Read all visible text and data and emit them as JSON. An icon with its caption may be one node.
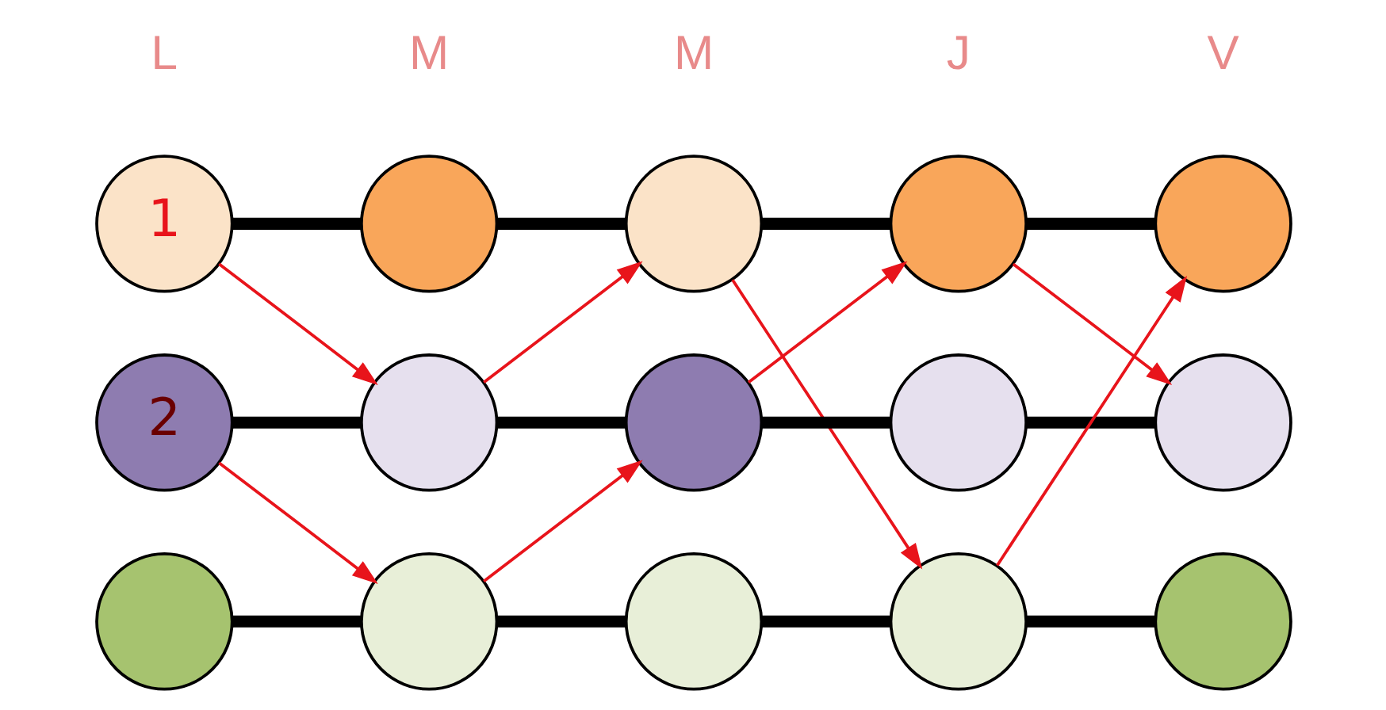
{
  "diagram": {
    "nodes": [
      {
        "text": [
          "1"
        ]
      },
      {
        "text": [],
        "shape": "circle"
      },
      {
        "text": [],
        "shape": "circle"
      },
      {
        "text": [],
        "shape": "circle"
      },
      {
        "text": [],
        "shape": "circle"
      },
      {
        "text": [
          "2"
        ]
      },
      {
        "text": [],
        "shape": "circle"
      },
      {
        "text": [],
        "shape": "circle"
      },
      {
        "text": [],
        "shape": "circle"
      },
      {
        "text": [],
        "shape": "circle"
      },
      {
        "text": [],
        "shape": "circle"
      },
      {
        "text": [],
        "shape": "circle"
      },
      {
        "text": [],
        "shape": "circle"
      },
      {
        "text": [],
        "shape": "circle"
      },
      {
        "text": [],
        "shape": "circle"
      }
    ],
    "edges": [
      {
        "from": 0,
        "to": 1,
        "arrow": "none"
      },
      {
        "from": 1,
        "to": 2,
        "arrow": "none"
      },
      {
        "from": 2,
        "to": 3,
        "arrow": "none"
      },
      {
        "from": 3,
        "to": 4,
        "arrow": "none"
      },
      {
        "from": 5,
        "to": 6,
        "arrow": "none"
      },
      {
        "from": 6,
        "to": 7,
        "arrow": "none"
      },
      {
        "from": 7,
        "to": 8,
        "arrow": "none"
      },
      {
        "from": 8,
        "to": 9,
        "arrow": "none"
      },
      {
        "from": 10,
        "to": 11,
        "arrow": "none"
      },
      {
        "from": 11,
        "to": 12,
        "arrow": "none"
      },
      {
        "from": 12,
        "to": 13,
        "arrow": "none"
      },
      {
        "from": 13,
        "to": 14,
        "arrow": "none"
      },
      {
        "from": 0,
        "to": 6,
        "arrow": "to",
        "color": "#e8141b"
      },
      {
        "from": 6,
        "to": 2,
        "arrow": "to",
        "color": "#e8141b"
      },
      {
        "from": 2,
        "to": 13,
        "arrow": "to",
        "color": "#e8141b"
      },
      {
        "from": 13,
        "to": 4,
        "arrow": "to",
        "color": "#e8141b"
      },
      {
        "from": 5,
        "to": 11,
        "arrow": "to",
        "color": "#e8141b"
      },
      {
        "from": 11,
        "to": 7,
        "arrow": "to",
        "color": "#e8141b"
      },
      {
        "from": 7,
        "to": 3,
        "arrow": "to",
        "color": "#e8141b"
      },
      {
        "from": 3,
        "to": 9,
        "arrow": "to",
        "color": "#e8141b"
      }
    ],
    "labels": [
      "L",
      "M",
      "M",
      "J",
      "V"
    ]
  }
}
